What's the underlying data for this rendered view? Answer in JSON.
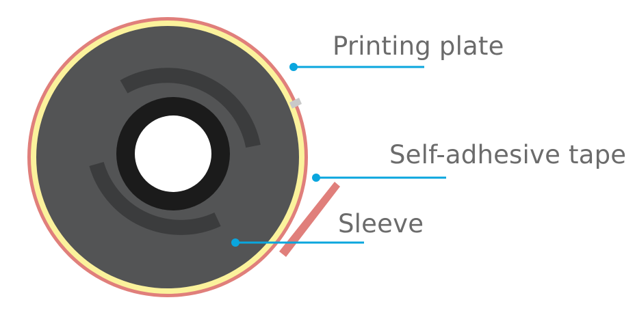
{
  "labels": {
    "printing_plate": "Printing plate",
    "self_adhesive_tape": "Self-adhesive tape",
    "sleeve": "Sleeve"
  },
  "colors": {
    "plate": "#e07f7b",
    "tape": "#fbf29c",
    "sleeve": "#535455",
    "sleeve_accent": "#3b3c3d",
    "core": "#1b1b1b",
    "bore": "#ffffff",
    "leader_line": "#0aa6de",
    "label_text": "#6b6b6b",
    "plate_seam": "#c9c9c9"
  },
  "icons": {
    "leader_end": "dot"
  }
}
